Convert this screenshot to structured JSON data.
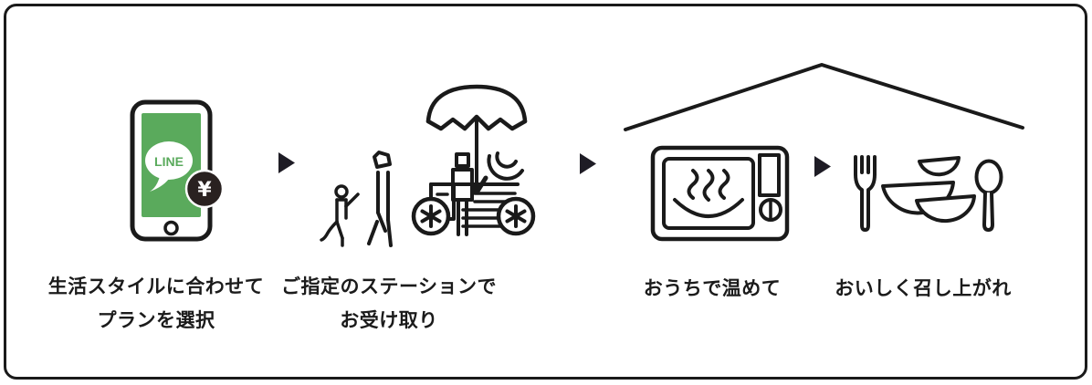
{
  "infographic": {
    "description": "4-step meal service flow",
    "colors": {
      "ink": "#1a1a1a",
      "line_green": "#5aaa5c",
      "badge_dark": "#292120",
      "arrow_dark": "#1e1c25",
      "card_bg": "#ffffff",
      "text": "#1b1b1b"
    },
    "steps": [
      {
        "id": "choose-plan",
        "icon": "line-app-phone-payment-icon",
        "caption_lines": [
          "生活スタイルに合わせて",
          "プランを選択"
        ],
        "phone": {
          "app_label": "LINE",
          "badge_symbol": "¥"
        }
      },
      {
        "id": "pickup-at-station",
        "icon": "pickup-station-cart-icon",
        "caption_lines": [
          "ご指定のステーションで",
          "お受け取り"
        ]
      },
      {
        "id": "heat-at-home",
        "icon": "microwave-under-roof-icon",
        "caption_lines": [
          "おうちで温めて"
        ]
      },
      {
        "id": "enjoy-meal",
        "icon": "tableware-icon",
        "caption_lines": [
          "おいしく召し上がれ"
        ]
      }
    ]
  }
}
